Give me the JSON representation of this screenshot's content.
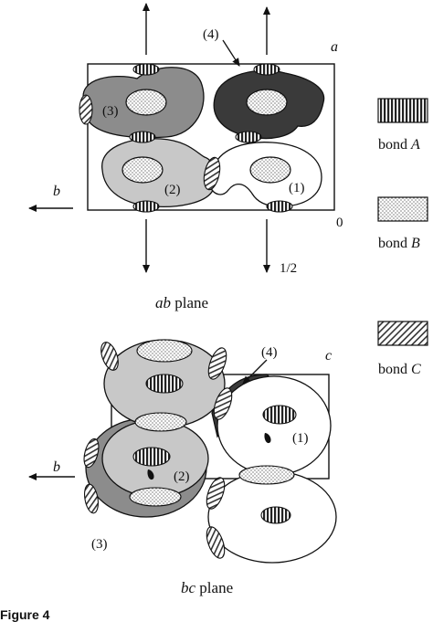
{
  "top_panel": {
    "axis_a": "a",
    "axis_b": "b",
    "origin": "0",
    "half": "1/2",
    "pointer_label": "(4)",
    "mol_labels": [
      "(1)",
      "(2)",
      "(3)"
    ],
    "caption_italic": "ab",
    "caption_rest": " plane"
  },
  "bottom_panel": {
    "axis_c": "c",
    "axis_b": "b",
    "pointer_label": "(4)",
    "mol_labels": [
      "(1)",
      "(2)",
      "(3)"
    ],
    "caption_italic": "bc",
    "caption_rest": " plane"
  },
  "legend": [
    {
      "prefix": "bond ",
      "letter": "A",
      "pattern": "vertical-stripes"
    },
    {
      "prefix": "bond ",
      "letter": "B",
      "pattern": "dots"
    },
    {
      "prefix": "bond ",
      "letter": "C",
      "pattern": "diagonal-hatch"
    }
  ],
  "figure_label": "Figure 4",
  "colors": {
    "dark": "#3a3a3a",
    "mid": "#8c8c8c",
    "light": "#c8c8c8",
    "white": "#ffffff",
    "line": "#111111"
  }
}
